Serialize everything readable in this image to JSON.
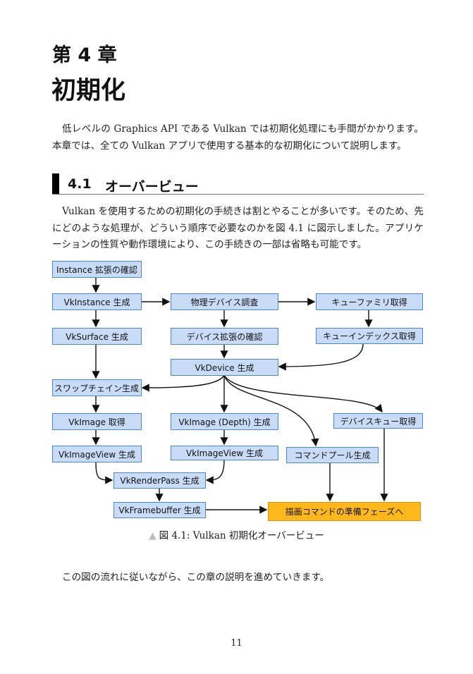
{
  "chapter": {
    "number_label": "第 4 章",
    "title": "初期化"
  },
  "intro": "低レベルの Graphics API である Vulkan では初期化処理にも手間がかかります。本章では、全ての Vulkan アプリで使用する基本的な初期化について説明します。",
  "section": {
    "number": "4.1",
    "title": "オーバービュー"
  },
  "section_para": "Vulkan を使用するための初期化の手続きは割とやることが多いです。そのため、先にどのような処理が、どういう順序で必要なのかを図 4.1 に図示しました。アプリケーションの性質や動作環境により、この手続きの一部は省略も可能です。",
  "diagram": {
    "nodes": {
      "instance_ext": "Instance 拡張の確認",
      "vkinstance": "VkInstance 生成",
      "physical_device": "物理デバイス調査",
      "queue_family": "キューファミリ取得",
      "vksurface": "VkSurface 生成",
      "device_ext": "デバイス拡張の確認",
      "queue_index": "キューインデックス取得",
      "vkdevice": "VkDevice 生成",
      "swapchain": "スワップチェイン生成",
      "vkimage": "VkImage 取得",
      "vkimage_depth": "VkImage (Depth) 生成",
      "device_queue": "デバイスキュー取得",
      "imageview1": "VkImageView 生成",
      "imageview2": "VkImageView 生成",
      "command_pool": "コマンドプール生成",
      "renderpass": "VkRenderPass 生成",
      "framebuffer": "VkFramebuffer 生成",
      "draw_prep": "描画コマンドの準備フェーズへ"
    },
    "colors": {
      "node_fill": "#c9dcf7",
      "node_border": "#4a86d4",
      "final_fill": "#ffb81c"
    }
  },
  "caption": {
    "icon": "triangle-up-icon",
    "text": "図 4.1: Vulkan 初期化オーバービュー"
  },
  "closing": "この図の流れに従いながら、この章の説明を進めていきます。",
  "page_number": "11"
}
